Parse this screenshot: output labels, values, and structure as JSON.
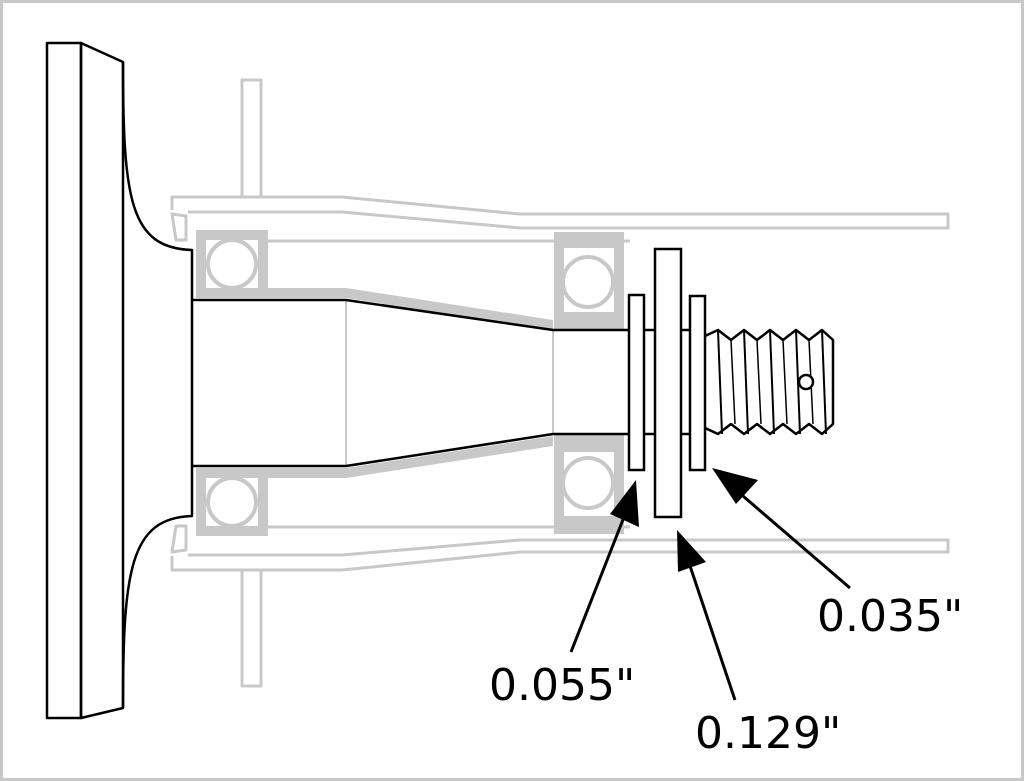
{
  "labels": {
    "washer_inner": "0.055\"",
    "washer_middle": "0.129\"",
    "washer_outer": "0.035\""
  },
  "colors": {
    "line": "#000000",
    "housing": "#c8c8c8",
    "border": "#c8c8c8",
    "background": "#ffffff"
  }
}
